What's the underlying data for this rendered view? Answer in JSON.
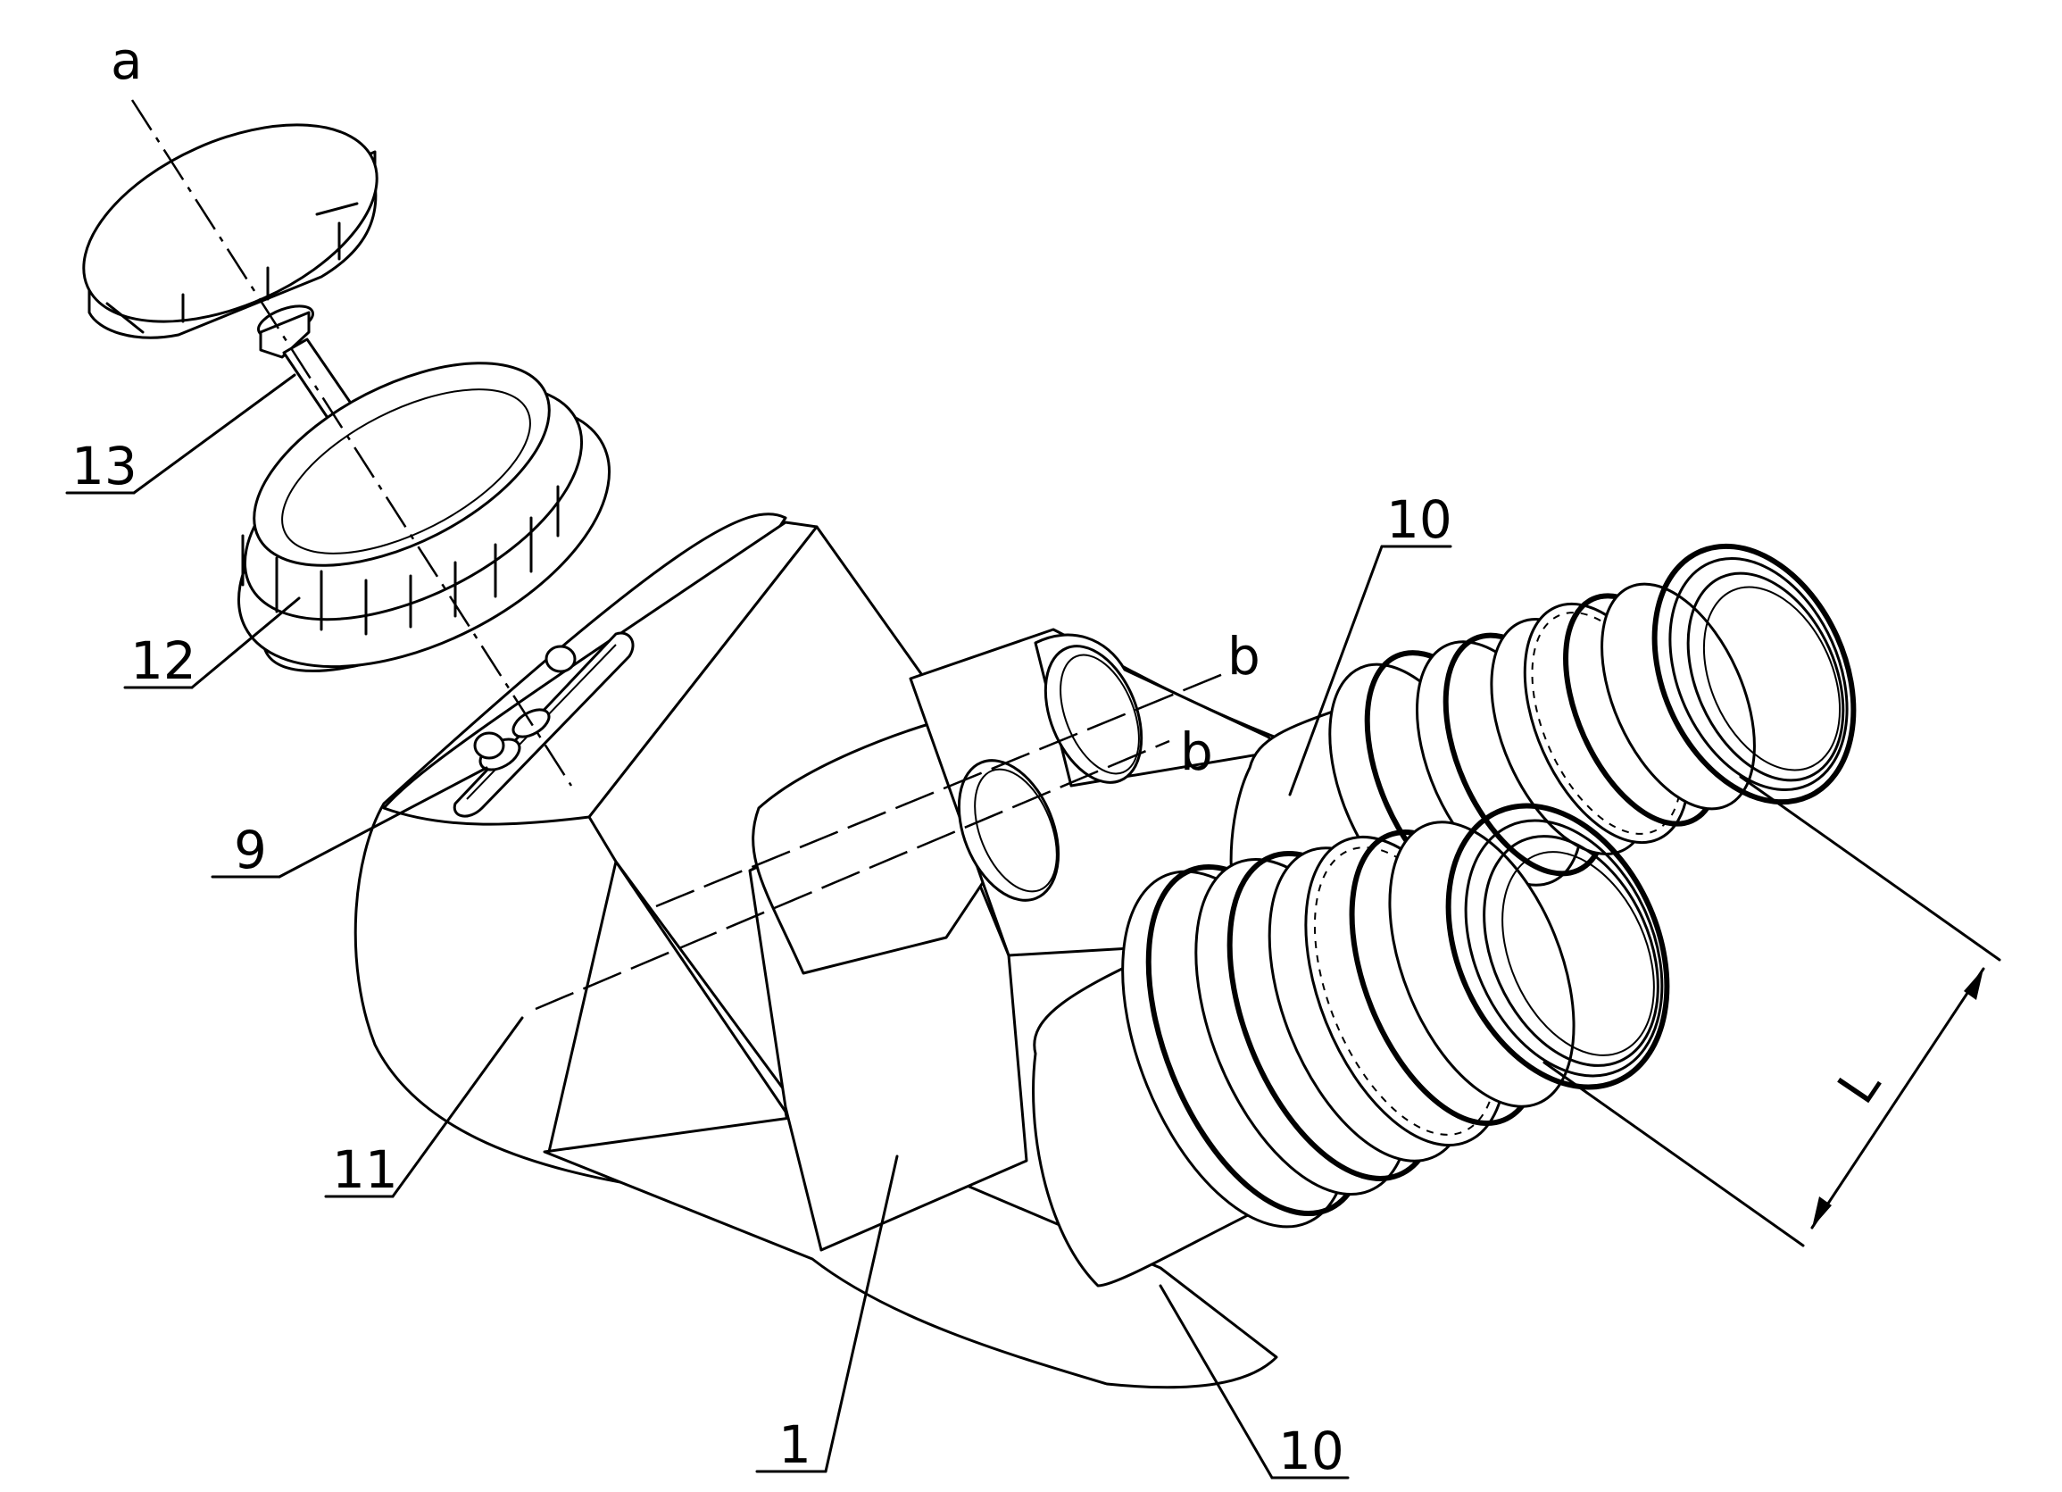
{
  "labels": {
    "a": "a",
    "b_upper": "b",
    "b_lower": "b",
    "n13": "13",
    "n12": "12",
    "n9": "9",
    "n11": "11",
    "n1": "1",
    "n10_top": "10",
    "n10_bottom": "10",
    "L": "L"
  }
}
